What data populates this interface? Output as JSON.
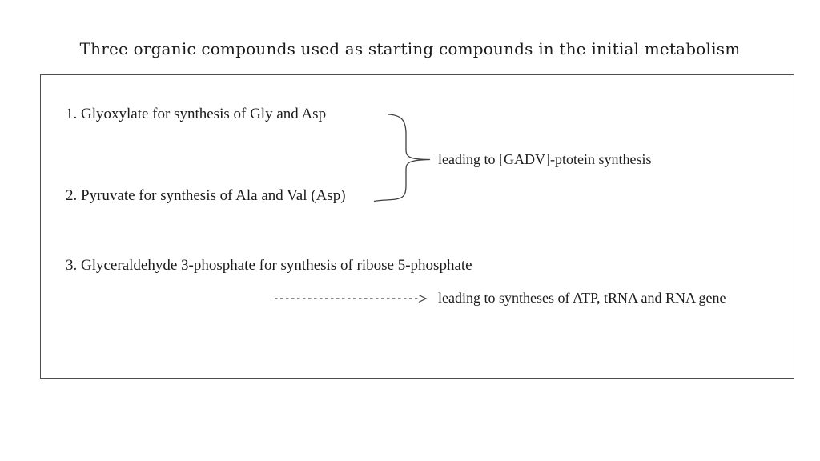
{
  "page": {
    "title": "Three organic compounds used as starting compounds in the initial metabolism",
    "background_color": "#ffffff",
    "text_color": "#1c1c1c",
    "box_border_color": "#4d4d4d",
    "line_color": "#404040"
  },
  "diagram": {
    "items": [
      {
        "label": "1. Glyoxylate for synthesis of Gly and Asp"
      },
      {
        "label": "2. Pyruvate for synthesis of Ala and Val (Asp)"
      },
      {
        "label": "3. Glyceraldehyde 3-phosphate for synthesis of ribose 5-phosphate"
      }
    ],
    "brace_annotation": "leading to [GADV]-ptotein synthesis",
    "arrow_annotation": "leading to syntheses of ATP, tRNA and RNA gene"
  }
}
